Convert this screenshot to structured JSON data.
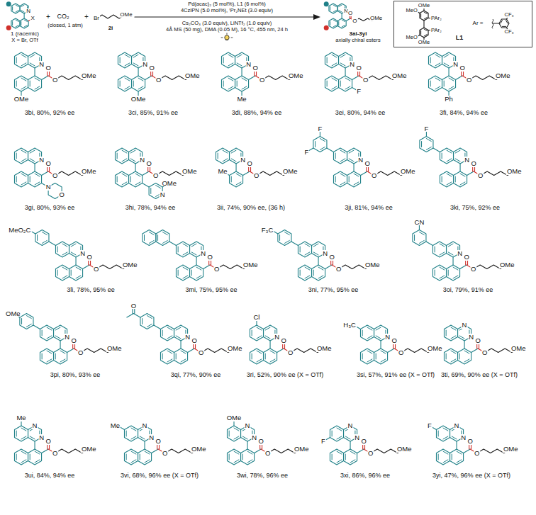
{
  "diagram": {
    "nodes": [
      {
        "text": [
          "OMe",
          "MeO",
          "PAr₂",
          "MeO",
          "PAr₂",
          "OMe",
          "L1",
          "Ar =",
          "CF₃",
          "CF₃"
        ]
      }
    ],
    "labels": [
      "N",
      "X",
      "1 (racemic)",
      "X = Br, OTf",
      "+",
      "CO₂",
      "(closed, 1 atm)",
      "+",
      "Br",
      "OMe",
      "2i",
      "Pd(acac)₂ (5 mol%), L1 (6 mol%)",
      "4CzIPN (5.0 mol%), ⁱPr₂NEt (3.0 equiv)",
      "Cs₂CO₃ (3.0 equiv), LiNTf₂ (1.0 equiv)",
      "4Å MS (50 mg), DMA (0.05 M), 16 °C, 455 nm, 24 h",
      "N",
      "O",
      "O",
      "OMe",
      "3ai-3yi",
      "axially chiral esters",
      "N",
      "O",
      "O",
      "OMe",
      "OMe",
      "3bi, 80%, 92% ee",
      "N",
      "O",
      "O",
      "OMe",
      "OMe",
      "3ci, 85%, 91% ee",
      "N",
      "O",
      "O",
      "OMe",
      "Me",
      "3di, 88%, 94% ee",
      "N",
      "O",
      "O",
      "OMe",
      "F",
      "3ei, 80%, 94% ee",
      "N",
      "O",
      "O",
      "OMe",
      "Ph",
      "3fi, 84%, 94% ee",
      "N",
      "O",
      "O",
      "OMe",
      "N",
      "O",
      "3gi, 80%, 93% ee",
      "N",
      "O",
      "O",
      "OMe",
      "N",
      "OMe",
      "3hi, 78%, 94% ee",
      "N",
      "O",
      "O",
      "OMe",
      "Me",
      "3ii, 74%, 90% ee, (36 h)",
      "N",
      "O",
      "O",
      "OMe",
      "F",
      "F",
      "3ji, 81%, 94% ee",
      "N",
      "O",
      "O",
      "OMe",
      "F",
      "3ki, 75%, 92% ee",
      "N",
      "O",
      "O",
      "OMe",
      "MeO₂C",
      "3li, 78%, 95% ee",
      "N",
      "O",
      "O",
      "OMe",
      "3mi, 75%, 95% ee",
      "N",
      "O",
      "O",
      "OMe",
      "F₃C",
      "3ni, 77%, 95% ee",
      "N",
      "O",
      "O",
      "OMe",
      "CN",
      "3oi, 79%, 91% ee",
      "N",
      "O",
      "O",
      "OMe",
      "OMe",
      "3pi, 80%, 93% ee",
      "N",
      "O",
      "O",
      "OMe",
      "O",
      "3qi, 77%, 90% ee",
      "N",
      "O",
      "O",
      "OMe",
      "Cl",
      "3ri, 52%, 90% ee (X = OTf)",
      "N",
      "O",
      "O",
      "OMe",
      "H₃C",
      "3si, 57%, 91% ee (X = OTf)",
      "N",
      "N",
      "O",
      "O",
      "OMe",
      "3ti, 69%, 90% ee (X = OTf)",
      "N",
      "N",
      "O",
      "O",
      "OMe",
      "Me",
      "3ui, 84%, 94% ee",
      "N",
      "N",
      "O",
      "O",
      "OMe",
      "Me",
      "3vi, 68%, 96% ee (X = OTf)",
      "N",
      "N",
      "O",
      "O",
      "OMe",
      "OMe",
      "3wi, 78%, 96% ee",
      "N",
      "N",
      "O",
      "O",
      "OMe",
      "F",
      "3xi, 86%, 96% ee",
      "N",
      "N",
      "O",
      "O",
      "OMe",
      "F",
      "3yi, 47%, 96% ee (X = OTf)"
    ]
  }
}
